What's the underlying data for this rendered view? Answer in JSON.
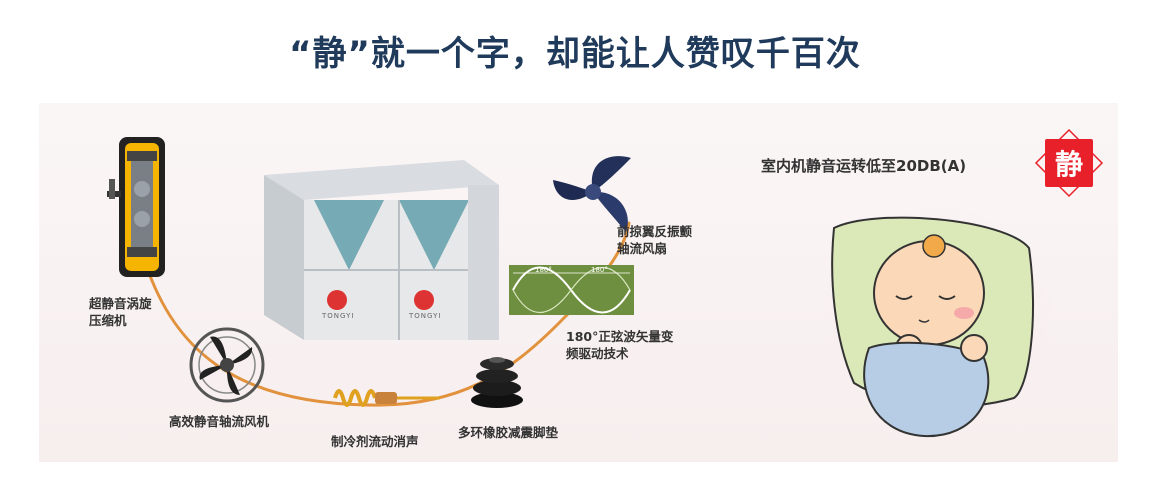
{
  "headline": "“静”就一个字，却能让人赞叹千百次",
  "tagline": "室内机静音运转低至20DB(A)",
  "badge": "静",
  "unit_logo": "TONGYI",
  "wave_labels": [
    "180°",
    "180°"
  ],
  "features": {
    "compressor": "超静音涡旋\n压缩机",
    "axial_fan": "高效静音轴流风机",
    "muffler": "制冷剂流动消声",
    "damping_pad": "多环橡胶减震脚垫",
    "sine_drive": "180°正弦波矢量变\n频驱动技术",
    "fan_blade": "前掠翼反振颤\n轴流风扇"
  },
  "colors": {
    "headline": "#1f3a5a",
    "accent_red": "#e8202a",
    "curve": "#e2913c",
    "wave_bg": "#6e8f3f"
  }
}
